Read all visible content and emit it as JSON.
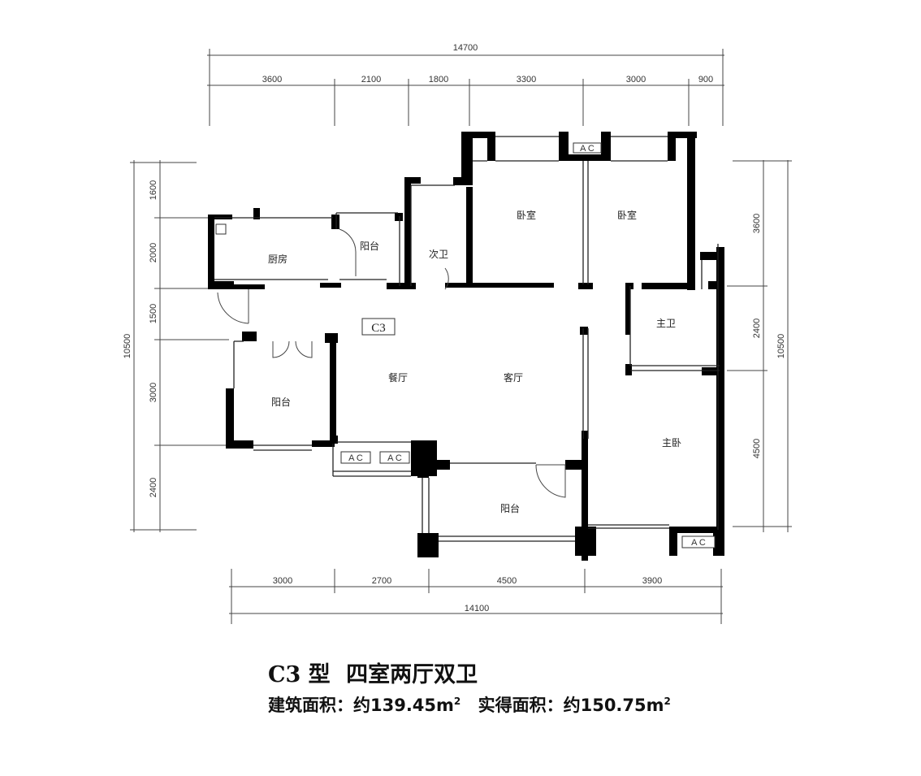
{
  "unit_code": "C3",
  "rooms": {
    "kitchen": "厨房",
    "balcony_kitchen": "阳台",
    "second_bath": "次卫",
    "bedroom_1": "卧室",
    "bedroom_2": "卧室",
    "master_bath": "主卫",
    "dining": "餐厅",
    "living": "客厅",
    "balcony_west": "阳台",
    "master_bedroom": "主卧",
    "balcony_south": "阳台"
  },
  "ac_label": "A C",
  "dimensions": {
    "top_total": "14700",
    "top_segments": [
      "3600",
      "2100",
      "1800",
      "3300",
      "3000",
      "900"
    ],
    "bottom_total": "14100",
    "bottom_segments": [
      "3000",
      "2700",
      "4500",
      "3900"
    ],
    "left_total": "10500",
    "left_segments": [
      "1600",
      "2000",
      "1500",
      "3000",
      "2400"
    ],
    "right_total": "10500",
    "right_segments": [
      "3600",
      "2400",
      "4500"
    ]
  },
  "caption": {
    "type_prefix": "C3 型",
    "layout": "四室两厅双卫",
    "build_label": "建筑面积：约139.45m",
    "get_label": "实得面积：约150.75m",
    "sup": "2"
  }
}
